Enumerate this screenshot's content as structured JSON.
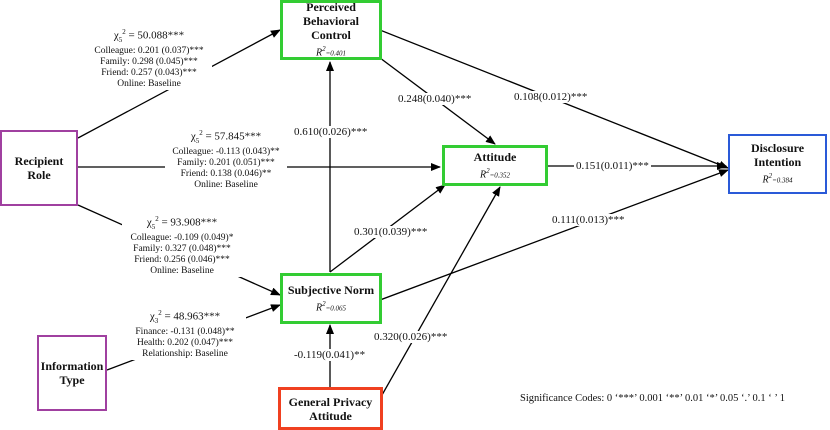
{
  "nodes": {
    "pbc": {
      "title1": "Perceived",
      "title2": "Behavioral Control",
      "r2_label": "R",
      "r2_value": "=0.401"
    },
    "recipient": {
      "title1": "Recipient",
      "title2": "Role"
    },
    "attitude": {
      "title": "Attitude",
      "r2_label": "R",
      "r2_value": "=0.352"
    },
    "disclosure": {
      "title1": "Disclosure",
      "title2": "Intention",
      "r2_label": "R",
      "r2_value": "=0.384"
    },
    "subjective": {
      "title": "Subjective Norm",
      "r2_label": "R",
      "r2_value": "=0.065"
    },
    "info": {
      "title1": "Information",
      "title2": "Type"
    },
    "privacy": {
      "title1": "General Privacy",
      "title2": "Attitude"
    }
  },
  "paths": {
    "pbc_att": "0.248(0.040)***",
    "pbc_di": "0.108(0.012)***",
    "sn_pbc": "0.610(0.026)***",
    "att_di": "0.151(0.011)***",
    "sn_di": "0.111(0.013)***",
    "sn_att": "0.301(0.039)***",
    "gpa_att": "0.320(0.026)***",
    "gpa_sn": "-0.119(0.041)**"
  },
  "blocks": {
    "rr_pbc": {
      "chi_sym": "χ",
      "df": "5",
      "sq": "2",
      "chi_val": " = 50.088***",
      "lines": [
        "Colleague: 0.201 (0.037)***",
        "Family: 0.298 (0.045)***",
        "Friend: 0.257 (0.043)***",
        "Online: Baseline"
      ]
    },
    "rr_att": {
      "chi_sym": "χ",
      "df": "5",
      "sq": "2",
      "chi_val": " = 57.845***",
      "lines": [
        "Colleague: -0.113 (0.043)**",
        "Family: 0.201 (0.051)***",
        "Friend: 0.138 (0.046)**",
        "Online: Baseline"
      ]
    },
    "rr_sn": {
      "chi_sym": "χ",
      "df": "5",
      "sq": "2",
      "chi_val": " = 93.908***",
      "lines": [
        "Colleague: -0.109 (0.049)*",
        "Family: 0.327 (0.048)***",
        "Friend: 0.256 (0.046)***",
        "Online: Baseline"
      ]
    },
    "it_sn": {
      "chi_sym": "χ",
      "df": "3",
      "sq": "2",
      "chi_val": " = 48.963***",
      "lines": [
        "Finance: -0.131 (0.048)**",
        "Health: 0.202 (0.047)***",
        "Relationship: Baseline"
      ]
    }
  },
  "significance": "Significance Codes: 0 ‘***’ 0.001 ‘**’ 0.01 ‘*’ 0.05 ‘.’ 0.1 ‘ ’ 1",
  "colors": {
    "green": "#33cc33",
    "purple": "#a040a0",
    "blue": "#2a5ad8",
    "red": "#f04020",
    "line": "#000000"
  }
}
